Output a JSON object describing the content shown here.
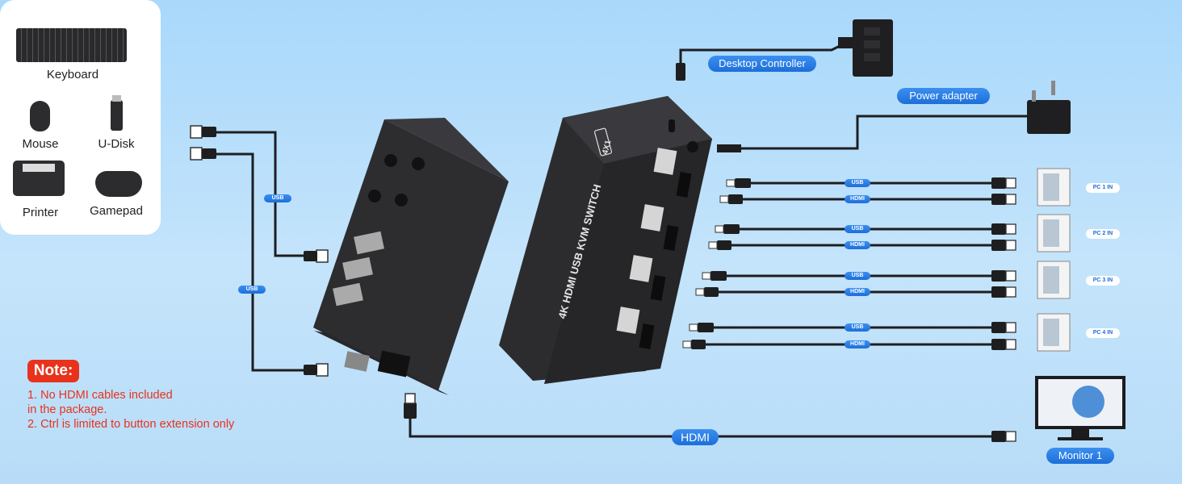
{
  "devices": [
    {
      "id": "keyboard",
      "label": "Keyboard"
    },
    {
      "id": "mouse",
      "label": "Mouse"
    },
    {
      "id": "udisk",
      "label": "U-Disk"
    },
    {
      "id": "printer",
      "label": "Printer"
    },
    {
      "id": "gamepad",
      "label": "Gamepad"
    }
  ],
  "cable_labels": {
    "usb": "USB",
    "hdmi": "HDMI"
  },
  "controller_label": "Desktop Controller",
  "power_label": "Power adapter",
  "switch_text": {
    "model": "4K HDMI USB KVM SWITCH",
    "ports": "4X1"
  },
  "pcs": [
    {
      "label": "PC 1 IN"
    },
    {
      "label": "PC 2 IN"
    },
    {
      "label": "PC 3 IN"
    },
    {
      "label": "PC 4 IN"
    }
  ],
  "monitor_label": "Monitor 1",
  "note": {
    "badge": "Note:",
    "lines": [
      "1. No HDMI cables included",
      "in the package.",
      "2. Ctrl is limited to button extension only"
    ]
  },
  "colors": {
    "pill": "#1d6fd9",
    "note": "#e8321c",
    "device_body": "#3a3a3c"
  }
}
